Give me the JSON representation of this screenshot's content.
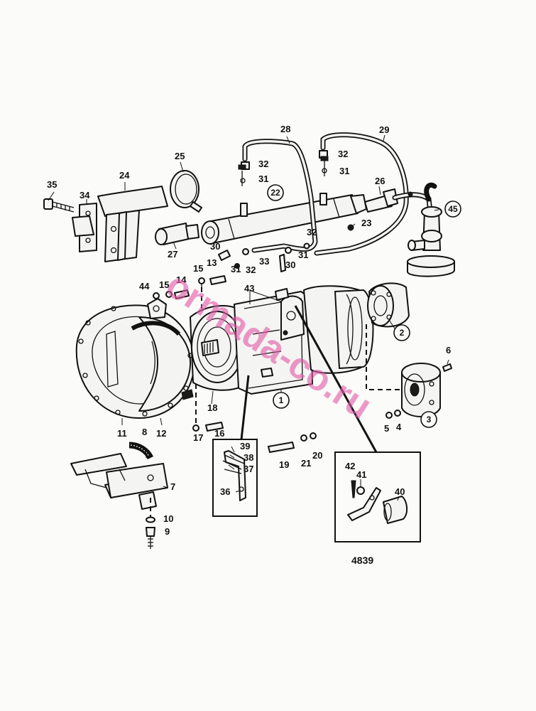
{
  "diagram": {
    "drawing_number": "4839",
    "watermark": "ormada-co.ru",
    "callouts": [
      {
        "id": "c1",
        "label": "1",
        "circled": true
      },
      {
        "id": "c2",
        "label": "2",
        "circled": true
      },
      {
        "id": "c3",
        "label": "3",
        "circled": true
      },
      {
        "id": "c4",
        "label": "4",
        "circled": false
      },
      {
        "id": "c5",
        "label": "5",
        "circled": false
      },
      {
        "id": "c6",
        "label": "6",
        "circled": false
      },
      {
        "id": "c7",
        "label": "7",
        "circled": false
      },
      {
        "id": "c8",
        "label": "8",
        "circled": false
      },
      {
        "id": "c9",
        "label": "9",
        "circled": false
      },
      {
        "id": "c10",
        "label": "10",
        "circled": false
      },
      {
        "id": "c11",
        "label": "11",
        "circled": false
      },
      {
        "id": "c12",
        "label": "12",
        "circled": false
      },
      {
        "id": "c13",
        "label": "13",
        "circled": false
      },
      {
        "id": "c14",
        "label": "14",
        "circled": false
      },
      {
        "id": "c15a",
        "label": "15",
        "circled": false
      },
      {
        "id": "c15b",
        "label": "15",
        "circled": false
      },
      {
        "id": "c16",
        "label": "16",
        "circled": false
      },
      {
        "id": "c17",
        "label": "17",
        "circled": false
      },
      {
        "id": "c18",
        "label": "18",
        "circled": false
      },
      {
        "id": "c19",
        "label": "19",
        "circled": false
      },
      {
        "id": "c20",
        "label": "20",
        "circled": false
      },
      {
        "id": "c21",
        "label": "21",
        "circled": false
      },
      {
        "id": "c22",
        "label": "22",
        "circled": true
      },
      {
        "id": "c23",
        "label": "23",
        "circled": false
      },
      {
        "id": "c24",
        "label": "24",
        "circled": false
      },
      {
        "id": "c25",
        "label": "25",
        "circled": false
      },
      {
        "id": "c26",
        "label": "26",
        "circled": false
      },
      {
        "id": "c27",
        "label": "27",
        "circled": false
      },
      {
        "id": "c28",
        "label": "28",
        "circled": false
      },
      {
        "id": "c29",
        "label": "29",
        "circled": false
      },
      {
        "id": "c30a",
        "label": "30",
        "circled": false
      },
      {
        "id": "c30b",
        "label": "30",
        "circled": false
      },
      {
        "id": "c31a",
        "label": "31",
        "circled": false
      },
      {
        "id": "c31b",
        "label": "31",
        "circled": false
      },
      {
        "id": "c31c",
        "label": "31",
        "circled": false
      },
      {
        "id": "c31d",
        "label": "31",
        "circled": false
      },
      {
        "id": "c32a",
        "label": "32",
        "circled": false
      },
      {
        "id": "c32b",
        "label": "32",
        "circled": false
      },
      {
        "id": "c32c",
        "label": "32",
        "circled": false
      },
      {
        "id": "c32d",
        "label": "32",
        "circled": false
      },
      {
        "id": "c33",
        "label": "33",
        "circled": false
      },
      {
        "id": "c34",
        "label": "34",
        "circled": false
      },
      {
        "id": "c35",
        "label": "35",
        "circled": false
      },
      {
        "id": "c36",
        "label": "36",
        "circled": false
      },
      {
        "id": "c37",
        "label": "37",
        "circled": false
      },
      {
        "id": "c38",
        "label": "38",
        "circled": false
      },
      {
        "id": "c39",
        "label": "39",
        "circled": false
      },
      {
        "id": "c40",
        "label": "40",
        "circled": false
      },
      {
        "id": "c41",
        "label": "41",
        "circled": false
      },
      {
        "id": "c42",
        "label": "42",
        "circled": false
      },
      {
        "id": "c43",
        "label": "43",
        "circled": false
      },
      {
        "id": "c44",
        "label": "44",
        "circled": false
      },
      {
        "id": "c45",
        "label": "45",
        "circled": true
      }
    ]
  }
}
